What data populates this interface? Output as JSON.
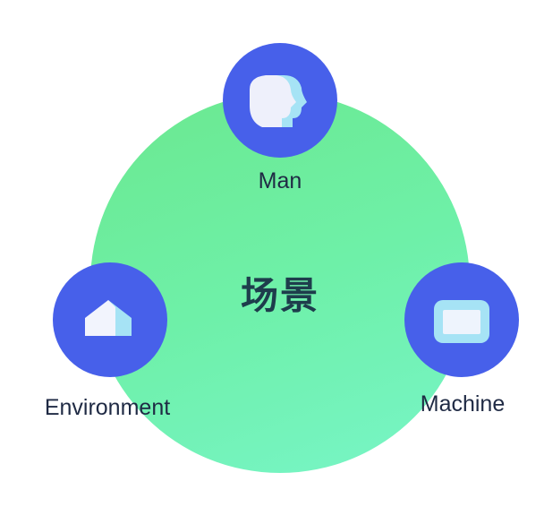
{
  "center_label": "场景",
  "nodes": {
    "man": {
      "label": "Man",
      "icon": "person-head-icon"
    },
    "environment": {
      "label": "Environment",
      "icon": "house-icon"
    },
    "machine": {
      "label": "Machine",
      "icon": "screen-icon"
    }
  },
  "colors": {
    "circle": "#6eef9f",
    "node": "#4760ea",
    "text": "#1f2a44"
  }
}
